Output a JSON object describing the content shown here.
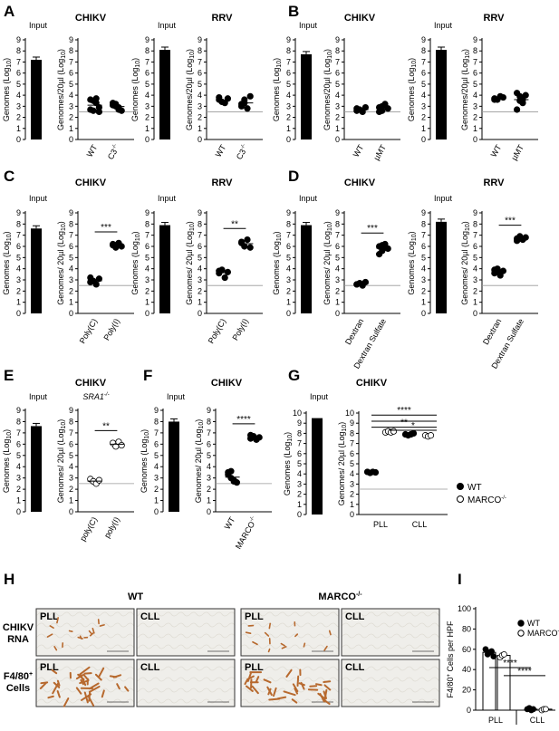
{
  "panel_labels": [
    "A",
    "B",
    "C",
    "D",
    "E",
    "F",
    "G",
    "H",
    "I"
  ],
  "colors": {
    "marker": "#000000",
    "mouse_bg": "#efeeea",
    "stain": "#b7692e"
  },
  "icon_names": [
    "filled-circle-marker",
    "open-circle-marker"
  ],
  "common": {
    "input": "Input",
    "y_input": "Genomes (Log",
    "y_sub": "10",
    "y_close": ")"
  },
  "chart_data": [
    {
      "id": "A1",
      "panel": "A",
      "virus": "CHIKV",
      "type": "bar",
      "ylabel_input": "Genomes (Log10)",
      "ylabel_main": "Genomes/20µl (Log10)",
      "ylim": [
        0,
        9
      ],
      "input_value": 7.2,
      "categories": [
        "WT",
        "C3-/-"
      ],
      "points": [
        [
          3.6,
          3.5,
          3.7,
          2.9,
          2.7,
          2.6,
          3.3,
          2.5
        ],
        [
          3.1,
          3.2,
          2.9,
          2.6,
          3.3,
          3.0,
          2.7
        ]
      ],
      "lod": 2.5
    },
    {
      "id": "A2",
      "panel": "A",
      "virus": "RRV",
      "type": "bar",
      "ylabel_input": "Genomes (Log10)",
      "ylabel_main": "Genomes/20µl (Log10)",
      "ylim": [
        0,
        9
      ],
      "input_value": 8.1,
      "categories": [
        "WT",
        "C3-/-"
      ],
      "points": [
        [
          3.6,
          3.4,
          3.3,
          3.7,
          3.8
        ],
        [
          3.2,
          3.3,
          2.8,
          3.9,
          3.0,
          3.6
        ]
      ],
      "lod": 2.5
    },
    {
      "id": "B1",
      "panel": "B",
      "virus": "CHIKV",
      "type": "bar",
      "ylabel_input": "Genomes (Log10)",
      "ylabel_main": "Genomes/20µl (Log10)",
      "ylim": [
        0,
        9
      ],
      "input_value": 7.7,
      "categories": [
        "WT",
        "µMT"
      ],
      "points": [
        [
          2.8,
          2.7,
          2.5,
          2.9,
          2.6
        ],
        [
          2.9,
          2.6,
          3.2,
          2.8,
          2.5,
          3.0
        ]
      ],
      "lod": 2.5
    },
    {
      "id": "B2",
      "panel": "B",
      "virus": "RRV",
      "type": "bar",
      "ylabel_input": "Genomes (Log10)",
      "ylabel_main": "Genomes/20µl (Log10)",
      "ylim": [
        0,
        9
      ],
      "input_value": 8.1,
      "categories": [
        "WT",
        "µMT"
      ],
      "points": [
        [
          3.7,
          3.6,
          3.9,
          3.8,
          3.6
        ],
        [
          4.2,
          3.5,
          3.3,
          4.0,
          2.7,
          3.9,
          3.6
        ]
      ],
      "lod": 2.5
    },
    {
      "id": "C1",
      "panel": "C",
      "virus": "CHIKV",
      "type": "bar",
      "ylabel_input": "Genomes (Log10)",
      "ylabel_main": "Genomes/ 20µl (Log10)",
      "ylim": [
        0,
        9
      ],
      "input_value": 7.6,
      "categories": [
        "Poly(C)",
        "Poly(I)"
      ],
      "points": [
        [
          3.2,
          2.9,
          2.6,
          3.1,
          2.8
        ],
        [
          6.1,
          5.9,
          6.3,
          6.0,
          6.2
        ]
      ],
      "lod": 2.5,
      "significance": "***"
    },
    {
      "id": "C2",
      "panel": "C",
      "virus": "RRV",
      "type": "bar",
      "ylabel_input": "Genomes (Log10)",
      "ylabel_main": "Genomes/ 20µl (Log10)",
      "ylim": [
        0,
        9
      ],
      "input_value": 7.9,
      "categories": [
        "Poly(C)",
        "Poly(I)"
      ],
      "points": [
        [
          3.8,
          3.9,
          3.2,
          3.7,
          3.6
        ],
        [
          6.3,
          6.0,
          6.6,
          5.9,
          6.4
        ]
      ],
      "lod": 2.5,
      "significance": "**"
    },
    {
      "id": "D1",
      "panel": "D",
      "virus": "CHIKV",
      "type": "bar",
      "ylabel_input": "Genomes (Log10)",
      "ylabel_main": "Genomes/ 20µl (Log10)",
      "ylim": [
        0,
        9
      ],
      "input_value": 7.9,
      "categories": [
        "Dextran",
        "Dextran Sulfate"
      ],
      "points": [
        [
          2.6,
          2.7,
          2.5,
          2.8,
          2.6,
          2.7
        ],
        [
          6.0,
          5.6,
          6.2,
          5.8,
          5.3,
          6.1,
          5.9
        ]
      ],
      "lod": 2.5,
      "significance": "***"
    },
    {
      "id": "D2",
      "panel": "D",
      "virus": "RRV",
      "type": "bar",
      "ylabel_input": "Genomes (Log10)",
      "ylabel_main": "Genomes/ 20µl (Log10)",
      "ylim": [
        0,
        9
      ],
      "input_value": 8.2,
      "categories": [
        "Dextran",
        "Dextran Sulfate"
      ],
      "points": [
        [
          3.9,
          3.7,
          3.4,
          3.8,
          3.6,
          4.0
        ],
        [
          6.7,
          6.9,
          6.6,
          6.8,
          6.5,
          6.7
        ]
      ],
      "lod": 2.5,
      "significance": "***"
    },
    {
      "id": "E1",
      "panel": "E",
      "virus": "CHIKV",
      "type": "bar",
      "subtitle": "SRA1-/-",
      "ylabel_input": "Genomes (Log10)",
      "ylabel_main": "Genomes/ 20µl (Log10)",
      "ylim": [
        0,
        9
      ],
      "input_value": 7.6,
      "categories": [
        "poly(C)",
        "poly(I)"
      ],
      "points": [
        [
          2.9,
          2.7,
          2.5,
          2.8
        ],
        [
          6.1,
          5.8,
          6.2,
          5.9
        ]
      ],
      "open_markers": true,
      "lod": 2.5,
      "significance": "**"
    },
    {
      "id": "F1",
      "panel": "F",
      "virus": "CHIKV",
      "type": "bar",
      "ylabel_input": "Genomes (Log10)",
      "ylabel_main": "Genomes/ 20µl (Log10)",
      "ylim": [
        0,
        9
      ],
      "input_value": 8.0,
      "categories": [
        "WT",
        "MARCO-/-"
      ],
      "points": [
        [
          3.5,
          3.0,
          2.7,
          2.6,
          3.3,
          3.6,
          2.8
        ],
        [
          6.5,
          6.7,
          6.4,
          6.6,
          6.8
        ]
      ],
      "lod": 2.5,
      "significance": "****"
    },
    {
      "id": "G1",
      "panel": "G",
      "virus": "CHIKV",
      "type": "bar",
      "ylabel_input": "Genomes (Log10)",
      "ylabel_main": "Genomes/ 20µl (Log10)",
      "ylim": [
        0,
        10
      ],
      "input_value": 9.5,
      "categories": [
        "PLL",
        "CLL"
      ],
      "groups": [
        {
          "name": "WT",
          "open": false,
          "x": "PLL",
          "values": [
            4.2,
            4.1,
            4.2,
            4.15
          ]
        },
        {
          "name": "MARCO-/-",
          "open": true,
          "x": "PLL",
          "values": [
            8.1,
            8.2,
            8.1,
            8.2
          ]
        },
        {
          "name": "WT",
          "open": false,
          "x": "CLL",
          "values": [
            7.9,
            7.8,
            7.9,
            8.0
          ]
        },
        {
          "name": "MARCO-/-",
          "open": true,
          "x": "CLL",
          "values": [
            7.8,
            7.7,
            7.8
          ]
        }
      ],
      "legend": [
        "WT",
        "MARCO-/-"
      ],
      "lod": 2.5,
      "significance": [
        "****",
        "**",
        "*"
      ]
    },
    {
      "id": "I1",
      "panel": "I",
      "type": "bar",
      "ylabel": "F4/80+ Cells per HPF",
      "ylim": [
        0,
        100
      ],
      "categories": [
        "PLL",
        "CLL"
      ],
      "series": [
        {
          "name": "WT",
          "values": [
            57,
            1
          ]
        },
        {
          "name": "MARCO-/-",
          "values": [
            54,
            1
          ]
        }
      ],
      "points": [
        [
          60,
          55,
          57,
          58,
          53
        ],
        [
          52,
          54,
          55
        ],
        [
          1,
          2,
          0,
          1
        ],
        [
          0,
          1,
          1
        ]
      ],
      "legend": [
        "WT",
        "MARCO-/-"
      ],
      "significance": [
        "****",
        "****"
      ]
    }
  ],
  "histology": {
    "col_groups": [
      "WT",
      "MARCO-/-"
    ],
    "cols": [
      "PLL",
      "CLL",
      "PLL",
      "CLL"
    ],
    "rows": [
      "CHIKV RNA",
      "F4/80+ Cells"
    ]
  }
}
